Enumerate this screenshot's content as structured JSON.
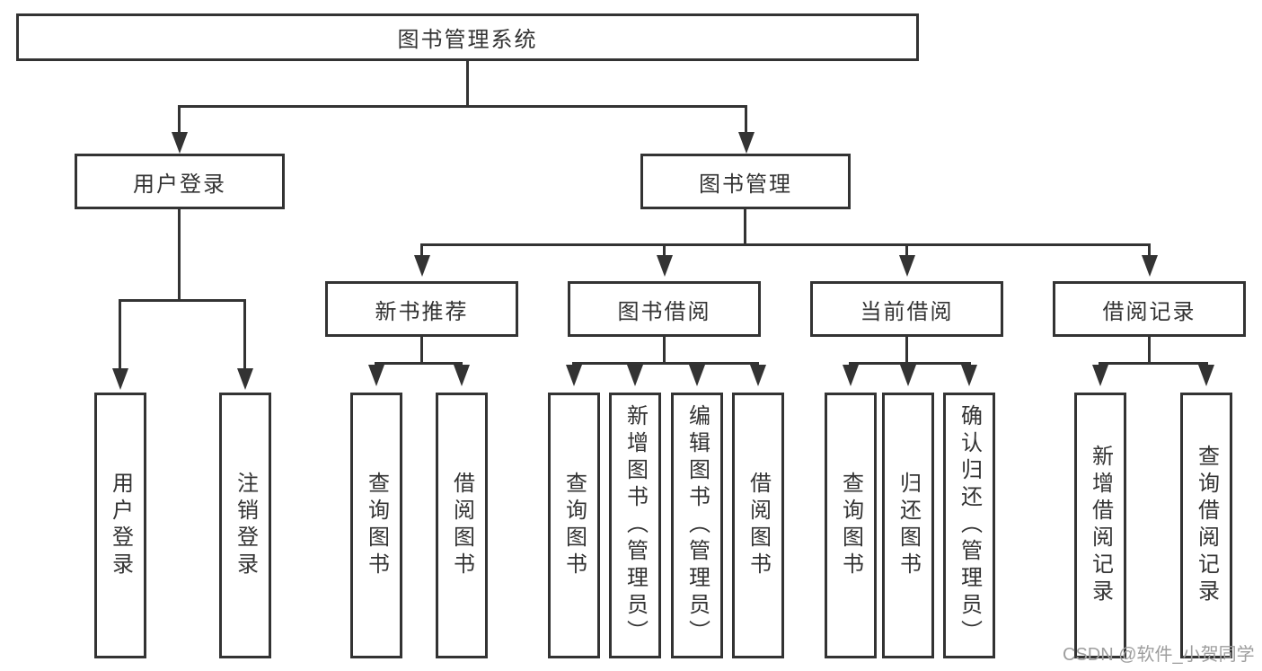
{
  "diagram": {
    "type": "hierarchy-tree",
    "tree": {
      "label": "图书管理系统",
      "children": [
        {
          "label": "用户登录",
          "children": [
            {
              "label": "用户登录"
            },
            {
              "label": "注销登录"
            }
          ]
        },
        {
          "label": "图书管理",
          "children": [
            {
              "label": "新书推荐",
              "children": [
                {
                  "label": "查询图书"
                },
                {
                  "label": "借阅图书"
                }
              ]
            },
            {
              "label": "图书借阅",
              "children": [
                {
                  "label": "查询图书"
                },
                {
                  "label": "新增图书（管理员）"
                },
                {
                  "label": "编辑图书（管理员）"
                },
                {
                  "label": "借阅图书"
                }
              ]
            },
            {
              "label": "当前借阅",
              "children": [
                {
                  "label": "查询图书"
                },
                {
                  "label": "归还图书"
                },
                {
                  "label": "确认归还（管理员）"
                }
              ]
            },
            {
              "label": "借阅记录",
              "children": [
                {
                  "label": "新增借阅记录"
                },
                {
                  "label": "查询借阅记录"
                }
              ]
            }
          ]
        }
      ]
    }
  },
  "watermark": "CSDN @软件_小贺同学",
  "colors": {
    "line": "#333333",
    "text": "#333333",
    "background": "#ffffff",
    "watermark": "#9e9e9e"
  }
}
